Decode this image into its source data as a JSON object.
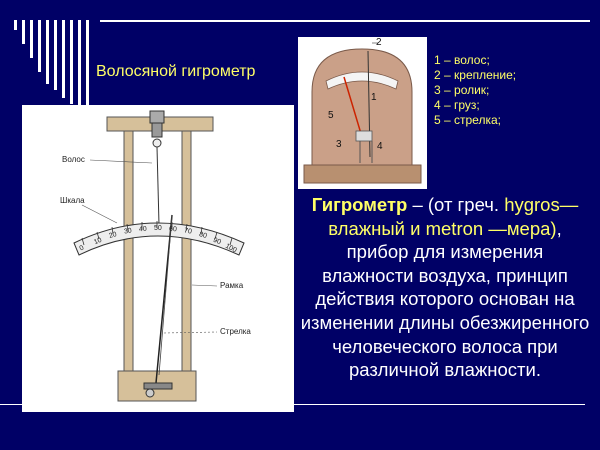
{
  "title": "Волосяной гигрометр",
  "legend": [
    "1 – волос;",
    "2 – крепление;",
    "3 – ролик;",
    "4 – груз;",
    "5 – стрелка;"
  ],
  "description": {
    "term": "Гигрометр",
    "part1": " – (от греч. ",
    "hl1": "hygros—влажный и metron —мера)",
    "part2": ", прибор для измерения влажности воздуха, принцип действия которого основан на изменении длины обезжиренного человеческого волоса при различной влажности."
  },
  "figure": {
    "labels": {
      "hair": "Волос",
      "scale": "Шкала",
      "frame": "Рамка",
      "pointer": "Стрелка"
    },
    "scale_marks": [
      "0",
      "10",
      "20",
      "30",
      "40",
      "50",
      "60",
      "70",
      "80",
      "90",
      "100"
    ]
  },
  "photo": {
    "markers": [
      "1",
      "2",
      "3",
      "4",
      "5"
    ]
  }
}
